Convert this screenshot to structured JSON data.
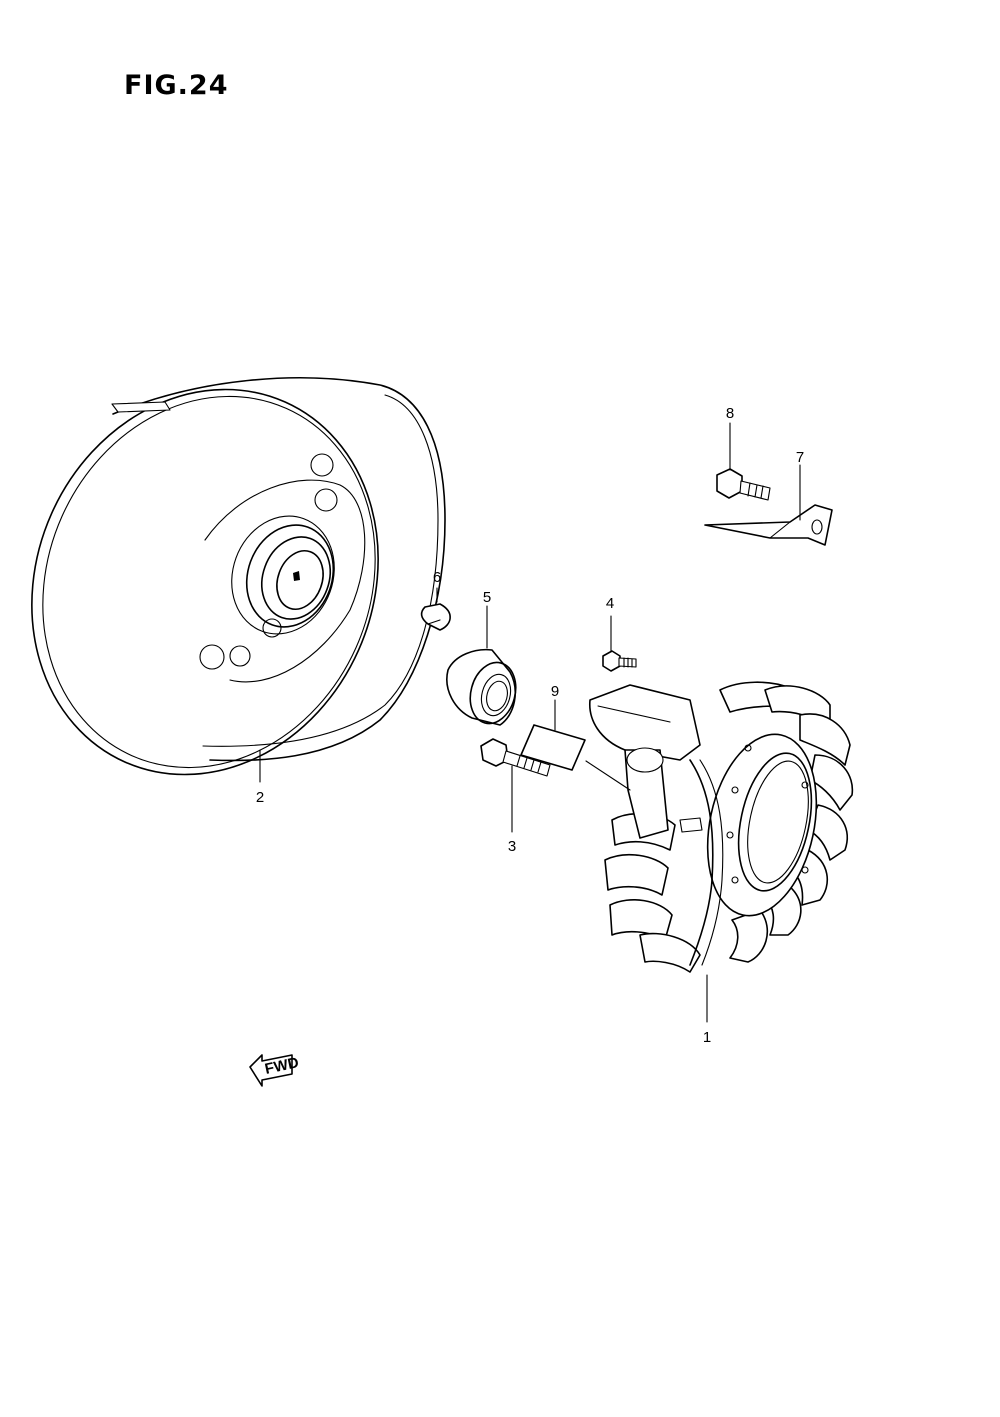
{
  "figure": {
    "title": "FIG.24"
  },
  "callouts": [
    {
      "id": "1",
      "label": "1"
    },
    {
      "id": "2",
      "label": "2"
    },
    {
      "id": "3",
      "label": "3"
    },
    {
      "id": "4",
      "label": "4"
    },
    {
      "id": "5",
      "label": "5"
    },
    {
      "id": "6",
      "label": "6"
    },
    {
      "id": "7",
      "label": "7"
    },
    {
      "id": "8",
      "label": "8"
    },
    {
      "id": "9",
      "label": "9"
    }
  ],
  "direction_arrow": {
    "label": "FWD"
  }
}
